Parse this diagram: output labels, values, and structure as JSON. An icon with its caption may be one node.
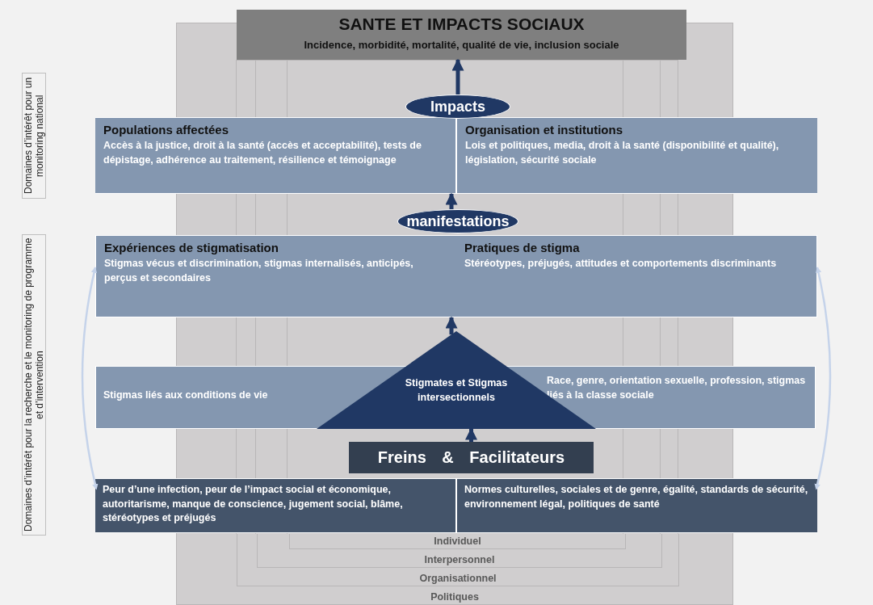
{
  "diagram": {
    "nodes": [
      {
        "text": [
          "SANTE ET IMPACTS SOCIAUX",
          "Incidence, morbidité, mortalité, qualité de vie, inclusion sociale"
        ]
      },
      {
        "text": [
          "Impacts"
        ]
      },
      {
        "text": [
          "Populations affectées",
          "Accès à la justice, droit à la santé (accès et acceptabilité), tests de dépistage, adhérence au traitement, résilience et témoignage"
        ]
      },
      {
        "text": [
          "Organisation et institutions",
          "Lois et politiques, media, droit à la santé (disponibilité et qualité), législation, sécurité sociale"
        ]
      },
      {
        "text": [
          "manifestations"
        ]
      },
      {
        "text": [
          "Expériences de stigmatisation",
          "Stigmas vécus et discrimination, stigmas internalisés, anticipés, perçus et secondaires"
        ]
      },
      {
        "text": [
          "Pratiques de stigma",
          "Stéréotypes, préjugés, attitudes et comportements discriminants"
        ]
      },
      {
        "text": [
          "Stigmas liés aux conditions de vie",
          "Race, genre, orientation sexuelle, profession, stigmas liés à la classe sociale"
        ]
      },
      {
        "text": [
          "Stigmates et Stigmas intersectionnels"
        ]
      },
      {
        "text": [
          "Freins & Facilitateurs"
        ]
      },
      {
        "text": [
          "Peur d’une infection, peur de l’impact social et économique, autoritarisme, manque de conscience, jugement social, blâme, stéréotypes et préjugés"
        ]
      },
      {
        "text": [
          "Normes culturelles, sociales et de genre, égalité, standards de sécurité, environnement légal, politiques de santé"
        ]
      },
      {
        "text": [
          "Politiques"
        ]
      },
      {
        "text": [
          "Organisationnel"
        ],
        "in": 12
      },
      {
        "text": [
          "Interpersonnel"
        ],
        "in": 13
      },
      {
        "text": [
          "Individuel"
        ],
        "in": 14
      },
      {
        "text": [
          "Domaines d’intérêt pour un monitoring national"
        ]
      },
      {
        "text": [
          "Domaines d’intérêt pour la recherche et le monitoring de programme et d’intervention"
        ]
      }
    ],
    "edges": [
      {
        "from": 1,
        "to": 0,
        "arrow": "to"
      },
      {
        "from": 4,
        "to": 2,
        "arrow": "to"
      },
      {
        "from": 8,
        "to": 5,
        "arrow": "to"
      },
      {
        "from": 9,
        "to": 8,
        "arrow": "to"
      },
      {
        "from": 10,
        "to": 5,
        "arrow": "both",
        "color": "#c5d3ea"
      },
      {
        "from": 11,
        "to": 6,
        "arrow": "both",
        "color": "#c5d3ea"
      }
    ]
  }
}
